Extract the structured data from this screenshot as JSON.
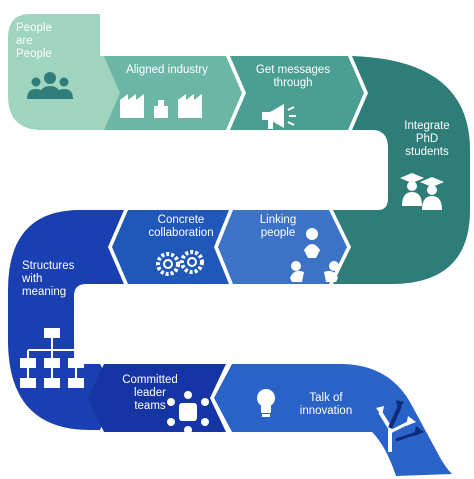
{
  "colors": {
    "step1": "#9fd4bf",
    "step2": "#6cb6a5",
    "step3": "#4a9e92",
    "step4": "#2f7d78",
    "step5": "#1f58b8",
    "step6": "#3c73c7",
    "step7": "#1a3fb0",
    "step8": "#1635a4",
    "step9": "#2a63c8",
    "icon_light": "#ffffff",
    "icon_dark": "#1f3b9c"
  },
  "steps": [
    {
      "label": "People\nare\nPeople",
      "icon": "people-group-icon"
    },
    {
      "label": "Aligned industry",
      "icon": "factory-thumbs-up-icon"
    },
    {
      "label": "Get messages\nthrough",
      "icon": "megaphone-icon"
    },
    {
      "label": "Integrate\nPhD\nstudents",
      "icon": "graduates-icon"
    },
    {
      "label": "Concrete\ncollaboration",
      "icon": "gears-icon"
    },
    {
      "label": "Linking\npeople",
      "icon": "linked-people-icon"
    },
    {
      "label": "Structures\nwith\nmeaning",
      "icon": "org-chart-icon"
    },
    {
      "label": "Committed\nleader\nteams",
      "icon": "team-circle-icon"
    },
    {
      "label": "Talk of\ninnovation",
      "icon": "lightbulb-icon",
      "icon2": "branching-arrows-icon"
    }
  ]
}
